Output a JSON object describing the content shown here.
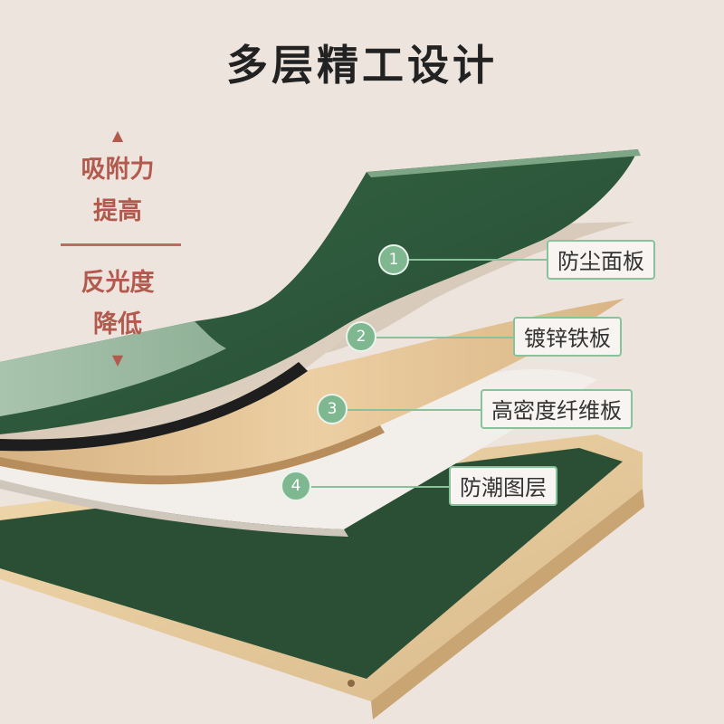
{
  "title": "多层精工设计",
  "side": {
    "up_arrow": "▲",
    "up_line1": "吸附力",
    "up_line2": "提高",
    "down_line1": "反光度",
    "down_line2": "降低",
    "down_arrow": "▼"
  },
  "layers": [
    {
      "num": "1",
      "label": "防尘面板"
    },
    {
      "num": "2",
      "label": "镀锌铁板"
    },
    {
      "num": "3",
      "label": "高密度纤维板"
    },
    {
      "num": "4",
      "label": "防潮图层"
    }
  ],
  "colors": {
    "background": "#eee4de",
    "green_board": "#2f5a3c",
    "light_green": "#a9c4ad",
    "wood": "#e6c99a",
    "accent": "#b35a4e",
    "callout": "#86c39a"
  }
}
